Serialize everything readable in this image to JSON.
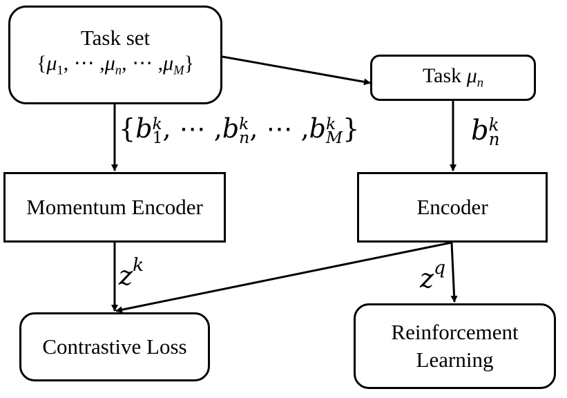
{
  "diagram": {
    "boxes": {
      "task_set": {
        "title": "Task set",
        "set_open": "{",
        "mu_first": "μ",
        "sub_first": "1",
        "sep1": ", ⋯ ,",
        "mu_mid": "μ",
        "sub_mid": "n",
        "sep2": ", ⋯ ,",
        "mu_last": "μ",
        "sub_last": "M",
        "set_close": "}"
      },
      "task_mu_n": {
        "title": "Task",
        "mu": "μ",
        "sub": "n"
      },
      "momentum_encoder": {
        "label": "Momentum Encoder"
      },
      "encoder": {
        "label": "Encoder"
      },
      "contrastive_loss": {
        "label": "Contrastive Loss"
      },
      "reinforcement_learning": {
        "line1": "Reinforcement",
        "line2": "Learning"
      }
    },
    "edge_labels": {
      "keys_set": {
        "open": "{",
        "b": "b",
        "k": "k",
        "i1": "1",
        "sep": ", ⋯ ,",
        "in": "n",
        "iM": "M",
        "close": "}"
      },
      "key_single": {
        "b": "b",
        "k": "k",
        "n": "n"
      },
      "z_k": {
        "z": "z",
        "sup": "k"
      },
      "z_q": {
        "z": "z",
        "sup": "q"
      }
    }
  }
}
